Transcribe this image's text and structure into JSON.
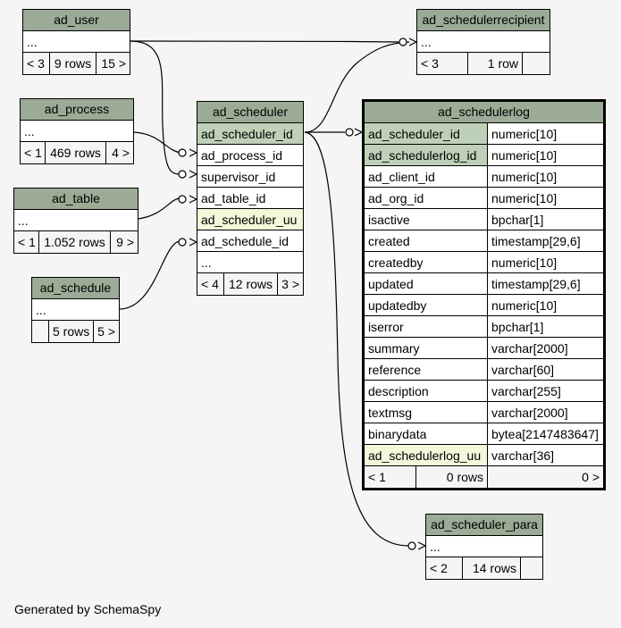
{
  "generated_by": "Generated by SchemaSpy",
  "tables": {
    "ad_user": {
      "name": "ad_user",
      "ellipsis": "...",
      "footer": [
        "< 3",
        "9 rows",
        "15 >"
      ]
    },
    "ad_process": {
      "name": "ad_process",
      "ellipsis": "...",
      "footer": [
        "< 1",
        "469 rows",
        "4 >"
      ]
    },
    "ad_table": {
      "name": "ad_table",
      "ellipsis": "...",
      "footer": [
        "< 1",
        "1.052 rows",
        "9 >"
      ]
    },
    "ad_schedule": {
      "name": "ad_schedule",
      "ellipsis": "...",
      "footer": [
        "",
        "5 rows",
        "5 >"
      ]
    },
    "ad_schedulerrecipient": {
      "name": "ad_schedulerrecipient",
      "ellipsis": "...",
      "footer": [
        "< 3",
        "1 row",
        ""
      ]
    },
    "ad_scheduler_para": {
      "name": "ad_scheduler_para",
      "ellipsis": "...",
      "footer": [
        "< 2",
        "14 rows",
        ""
      ]
    },
    "ad_scheduler": {
      "name": "ad_scheduler",
      "columns": [
        "ad_scheduler_id",
        "ad_process_id",
        "supervisor_id",
        "ad_table_id",
        "ad_scheduler_uu",
        "ad_schedule_id"
      ],
      "ellipsis": "...",
      "footer": [
        "< 4",
        "12 rows",
        "3 >"
      ]
    },
    "ad_schedulerlog": {
      "name": "ad_schedulerlog",
      "columns": [
        {
          "name": "ad_scheduler_id",
          "type": "numeric[10]"
        },
        {
          "name": "ad_schedulerlog_id",
          "type": "numeric[10]"
        },
        {
          "name": "ad_client_id",
          "type": "numeric[10]"
        },
        {
          "name": "ad_org_id",
          "type": "numeric[10]"
        },
        {
          "name": "isactive",
          "type": "bpchar[1]"
        },
        {
          "name": "created",
          "type": "timestamp[29,6]"
        },
        {
          "name": "createdby",
          "type": "numeric[10]"
        },
        {
          "name": "updated",
          "type": "timestamp[29,6]"
        },
        {
          "name": "updatedby",
          "type": "numeric[10]"
        },
        {
          "name": "iserror",
          "type": "bpchar[1]"
        },
        {
          "name": "summary",
          "type": "varchar[2000]"
        },
        {
          "name": "reference",
          "type": "varchar[60]"
        },
        {
          "name": "description",
          "type": "varchar[255]"
        },
        {
          "name": "textmsg",
          "type": "varchar[2000]"
        },
        {
          "name": "binarydata",
          "type": "bytea[2147483647]"
        },
        {
          "name": "ad_schedulerlog_uu",
          "type": "varchar[36]"
        }
      ],
      "footer": [
        "< 1",
        "0 rows",
        "0 >"
      ]
    }
  }
}
